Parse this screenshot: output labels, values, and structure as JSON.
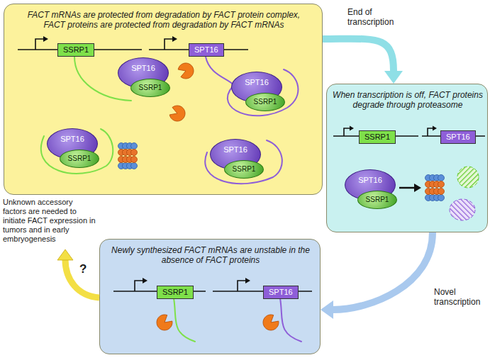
{
  "diagram": {
    "nodes": [
      {
        "text": [
          "FACT mRNAs are protected from degradation by FACT protein complex, FACT proteins are protected from degradation by FACT mRNAs"
        ]
      },
      {
        "text": [
          "SSRP1"
        ],
        "in": 0
      },
      {
        "text": [
          "SPT16"
        ],
        "in": 0
      },
      {
        "text": [
          "SPT16"
        ],
        "in": 0
      },
      {
        "text": [
          "SSRP1"
        ],
        "in": 0
      },
      {
        "text": [
          "SPT16"
        ],
        "in": 0
      },
      {
        "text": [
          "SSRP1"
        ],
        "in": 0
      },
      {
        "text": [
          "SPT16"
        ],
        "in": 0
      },
      {
        "text": [
          "SSRP1"
        ],
        "in": 0
      },
      {
        "text": [
          "SPT16"
        ],
        "in": 0
      },
      {
        "text": [
          "SSRP1"
        ],
        "in": 0
      },
      {
        "text": [
          "When transcription is off, FACT proteins degrade through proteasome"
        ]
      },
      {
        "text": [
          "SSRP1"
        ],
        "in": 11
      },
      {
        "text": [
          "SPT16"
        ],
        "in": 11
      },
      {
        "text": [
          "SPT16"
        ],
        "in": 11
      },
      {
        "text": [
          "SSRP1"
        ],
        "in": 11
      },
      {
        "text": [
          "Newly synthesized FACT mRNAs are unstable in the absence of FACT proteins"
        ]
      },
      {
        "text": [
          "SSRP1"
        ],
        "in": 16
      },
      {
        "text": [
          "SPT16"
        ],
        "in": 16
      }
    ],
    "edges": [
      {
        "from": 0,
        "to": 11,
        "label": "End of transcription",
        "arrow": "to"
      },
      {
        "from": 11,
        "to": 16,
        "label": "Novel transcription",
        "arrow": "to"
      }
    ],
    "labels": [
      "Unknown accessory factors are needed to initiate FACT expression in tumors and in early embryogenesis",
      "?"
    ]
  }
}
